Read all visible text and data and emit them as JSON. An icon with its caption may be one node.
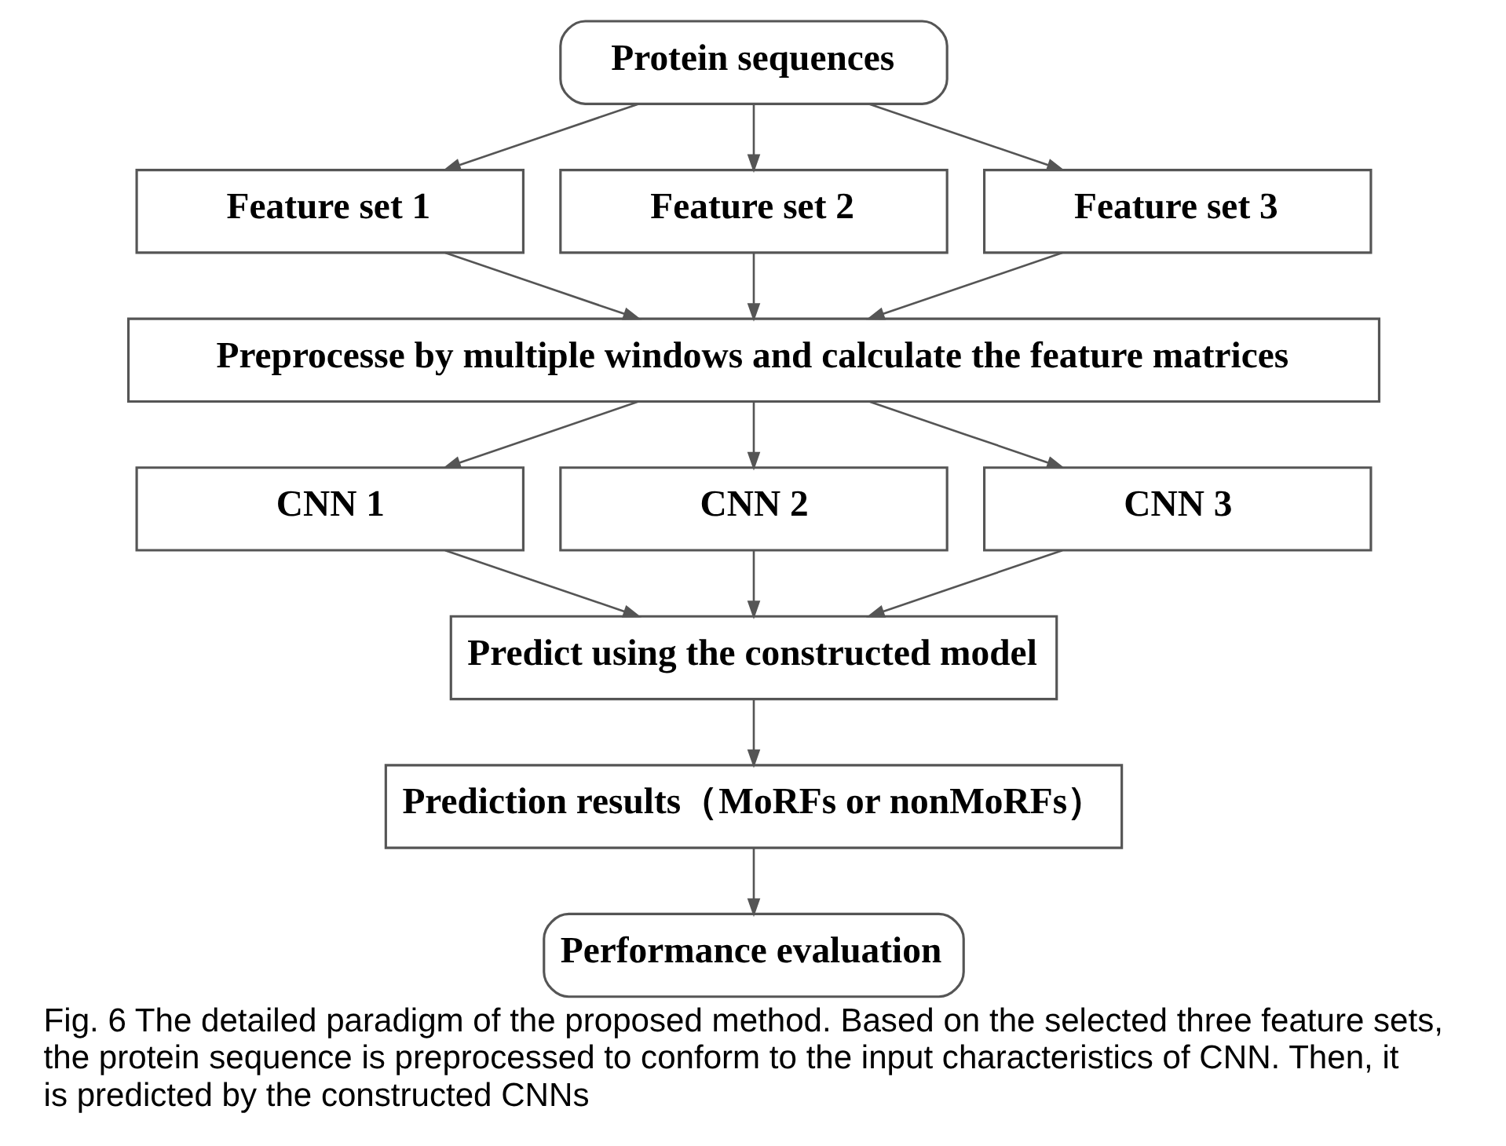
{
  "diagram": {
    "caption": "Fig. 6 The detailed paradigm of the proposed method. Based on the selected three feature sets, the protein sequence is preprocessed to conform to the input characteristics of CNN. Then, it is predicted by the constructed CNNs",
    "nodes": [
      {
        "text": [
          "Protein sequences"
        ]
      },
      {
        "text": [
          "Feature set 1"
        ]
      },
      {
        "text": [
          "Feature set 2"
        ]
      },
      {
        "text": [
          "Feature set 3"
        ]
      },
      {
        "text": [
          "Preprocesse by multiple windows and calculate the feature matrices"
        ]
      },
      {
        "text": [
          "CNN 1"
        ]
      },
      {
        "text": [
          "CNN 2"
        ]
      },
      {
        "text": [
          "CNN 3"
        ]
      },
      {
        "text": [
          "Predict using the constructed model"
        ]
      },
      {
        "text": [
          "Prediction results（MoRFs or nonMoRFs）"
        ]
      },
      {
        "text": [
          "Performance evaluation"
        ]
      }
    ],
    "edges": [
      {
        "from": 0,
        "to": 1,
        "arrow": "to"
      },
      {
        "from": 0,
        "to": 2,
        "arrow": "to"
      },
      {
        "from": 0,
        "to": 3,
        "arrow": "to"
      },
      {
        "from": 1,
        "to": 4,
        "arrow": "to"
      },
      {
        "from": 2,
        "to": 4,
        "arrow": "to"
      },
      {
        "from": 3,
        "to": 4,
        "arrow": "to"
      },
      {
        "from": 4,
        "to": 5,
        "arrow": "to"
      },
      {
        "from": 4,
        "to": 6,
        "arrow": "to"
      },
      {
        "from": 4,
        "to": 7,
        "arrow": "to"
      },
      {
        "from": 5,
        "to": 8,
        "arrow": "to"
      },
      {
        "from": 6,
        "to": 8,
        "arrow": "to"
      },
      {
        "from": 7,
        "to": 8,
        "arrow": "to"
      },
      {
        "from": 8,
        "to": 9,
        "arrow": "to"
      },
      {
        "from": 9,
        "to": 10,
        "arrow": "to"
      }
    ]
  }
}
